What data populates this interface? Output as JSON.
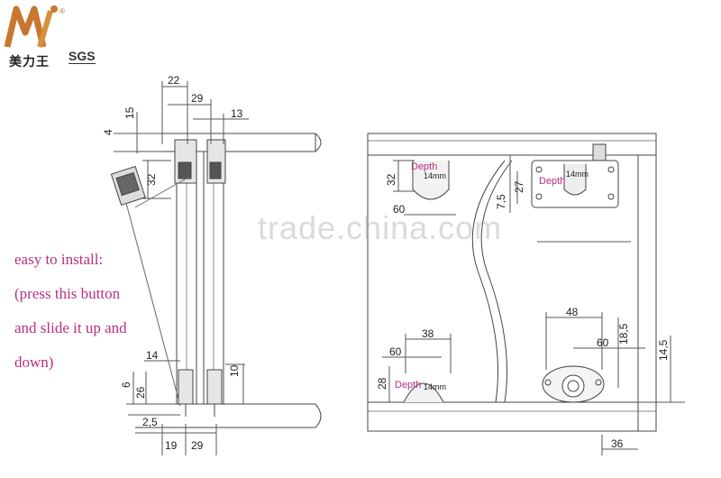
{
  "brand": {
    "logo_letters": "M",
    "chinese_name": "美力王",
    "certification": "SGS",
    "registered": "®"
  },
  "note": {
    "lines": [
      "easy to install:",
      "(press this button",
      "and slide it up and",
      "down)"
    ]
  },
  "watermark": "trade.china.com",
  "left_view": {
    "dims": {
      "d22": "22",
      "d29_top": "29",
      "d13": "13",
      "d15": "15",
      "d4": "4",
      "d32": "32",
      "d14": "14",
      "d10": "10",
      "d6": "6",
      "d26": "26",
      "d2_5": "2,5",
      "d19": "19",
      "d29_bottom": "29"
    }
  },
  "right_view": {
    "dims": {
      "d32": "32",
      "d60_top": "60",
      "d27": "27",
      "d7_5": "7,5",
      "d38": "38",
      "d60_bottom": "60",
      "d28": "28",
      "d48": "48",
      "d18_5": "18,5",
      "d60_right": "60",
      "d14_5": "14,5",
      "d36": "36"
    },
    "depth_label": "Depth",
    "depth_value": "14mm"
  },
  "colors": {
    "line": "#444444",
    "accent_text": "#b8307f"
  }
}
